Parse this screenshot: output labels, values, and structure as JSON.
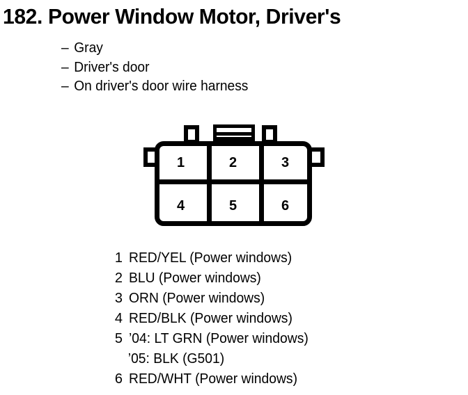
{
  "title": "182. Power Window Motor, Driver's",
  "notes": [
    {
      "dash": "–",
      "text": "Gray"
    },
    {
      "dash": "–",
      "text": "Driver's door"
    },
    {
      "dash": "–",
      "text": "On driver's door wire harness"
    }
  ],
  "connector": {
    "cells": [
      {
        "number": "1"
      },
      {
        "number": "2"
      },
      {
        "number": "3"
      },
      {
        "number": "4"
      },
      {
        "number": "5"
      },
      {
        "number": "6"
      }
    ]
  },
  "legend": [
    {
      "pin": "1",
      "desc": "RED/YEL (Power windows)"
    },
    {
      "pin": "2",
      "desc": "BLU (Power windows)"
    },
    {
      "pin": "3",
      "desc": "ORN (Power windows)"
    },
    {
      "pin": "4",
      "desc": "RED/BLK (Power windows)"
    },
    {
      "pin": "5",
      "desc": "’04: LT GRN (Power windows)",
      "cont": "’05: BLK (G501)"
    },
    {
      "pin": "6",
      "desc": "RED/WHT (Power windows)"
    }
  ],
  "colors": {
    "ink": "#000000",
    "paper": "#ffffff"
  }
}
